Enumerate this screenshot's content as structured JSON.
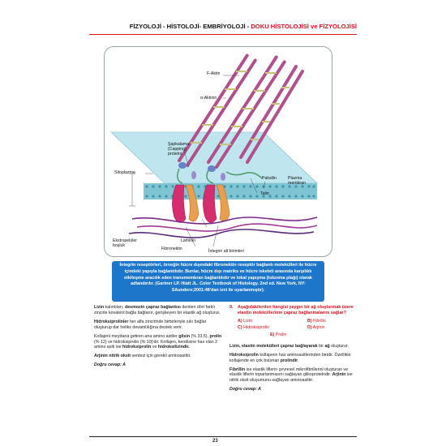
{
  "header": {
    "part1": "FİZYOLOJİ - HİSTOLOJİ- EMBRİYOLOJİ - ",
    "part2": "DOKU HİSTOLOJİSİ ve FİZYOLOJİSİ"
  },
  "figure": {
    "labels": {
      "f_aktin": "F-Aktin",
      "alfa_aktinin": "α-Aktinin",
      "sapkalama": "Şapkalama (Capping) proteini",
      "sitoplazma": "Sitoplazma",
      "paksilin": "Paksilin",
      "plazma_membran": "Plazma membran",
      "talin": "Talin",
      "ekstraselular": "Ekstraselüler boşluk",
      "laminin": "Laminin",
      "fibronektin": "Fibronektin",
      "integrin_alt": "İntegrin alt birimleri"
    }
  },
  "caption": "İntegrin reseptörleri, örneğin hücre dışındaki fibronektin reseptör bağlantı molekülleri ile hücre içindeki yapıyla bağlantılıdır. Bunlar, hücre dışı matriks ve hücre iskeleti arasında karşılıklı etkileşme aracılık eden transmembran bağlantılıdır ve lokal yapışma (tutunma plağı) olarak adlandırılır. (Gartner LP. Hiatt JL. Color Textbook of Histology. 2nd ed. New York, NY: SAunders;2001:48'dan izni ile uyarlanmıştır).",
  "left_col": {
    "p1_a": "Lizin",
    "p1_b": " kalıntıları, ",
    "p1_c": "desmozin çapraz bağlantısı",
    "p1_d": " denilen dört farklı zincirle kovalent bağla bağlanır, gerişkeyen bir elastik ağ oluşturur.",
    "p2_a": "Hidroksiprolinler",
    "p2_b": " her alfa zincirinde birbirleriyle sıkı bağlar oluşturup dar heliks devamlılığına destek verir.",
    "p3_a": "Kollajeni meydana getiren ana amino asitler ",
    "p3_b": "glisin",
    "p3_c": " (% 33.5), ",
    "p3_d": "prolin",
    "p3_e": " (% 12) ve hidroksiprolin (% 10)'dir. Kollajen, kendisine has olan 2 amino asiti ise ",
    "p3_f": "hidroksiprolin",
    "p3_g": " ve ",
    "p3_h": "hidroksilizindir.",
    "p4_a": "Arjinin nitrik oksit",
    "p4_b": " sentezi için gerekli aminoasittir.",
    "answer": "Doğru cevap: A"
  },
  "right_col": {
    "q_num": "9.",
    "q_text": "Aşağıdakilerden hangisi yaygın bir ağ oluşturmak üzere elastin moleküllerinin çapraz bağlanmalarını sağlar?",
    "options": [
      {
        "letter": "A)",
        "text": "Lizin"
      },
      {
        "letter": "B)",
        "text": "Fibrilin"
      },
      {
        "letter": "C)",
        "text": "Hidroksiprolin"
      },
      {
        "letter": "D)",
        "text": "Arjinin"
      },
      {
        "letter": "E)",
        "text": "Prolin"
      }
    ],
    "p1_a": "Lizin, elastin molekülleri çapraz bağlayarak",
    "p1_b": " bir ",
    "p1_c": "ağ",
    "p1_d": " oluşturur.",
    "p2_a": "Hidroksiprolin",
    "p2_b": " kollajenin has aminoasitlerinden biridir. Özellikle kollajende en çok bulunan ",
    "p2_c": "prolindir",
    "p2_d": ".",
    "p3_a": "Fibrillin",
    "p3_b": " ise elastik liflerin çevresel mikrofibrillerini oluşturan ve elastik liflerin toparlanmasını sağlayan glikoproteindir. ",
    "p3_c": "Arjinin",
    "p3_d": " ise nitrik oksit oluşumunu sağlayan aminoasittir.",
    "answer": "Doğru cevap: A"
  },
  "page_number": "23"
}
